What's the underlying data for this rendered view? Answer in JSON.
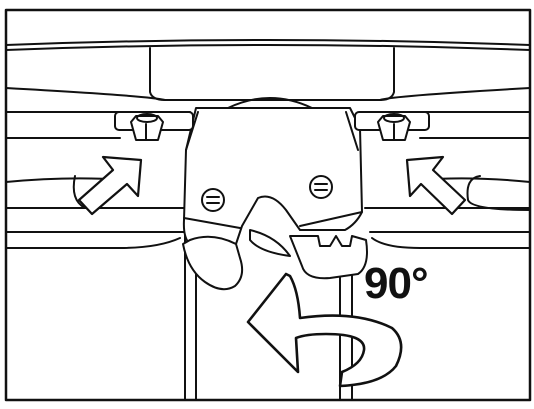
{
  "diagram": {
    "rotation_label": "90°",
    "ink_color": "#111111",
    "paper_color": "#ffffff",
    "parts": [
      "tailgate-panel",
      "latch-housing",
      "left-mounting-bolt",
      "right-mounting-bolt",
      "left-pointer-arrow",
      "right-pointer-arrow",
      "latch-fork",
      "release-lever",
      "rotation-arrow"
    ]
  }
}
